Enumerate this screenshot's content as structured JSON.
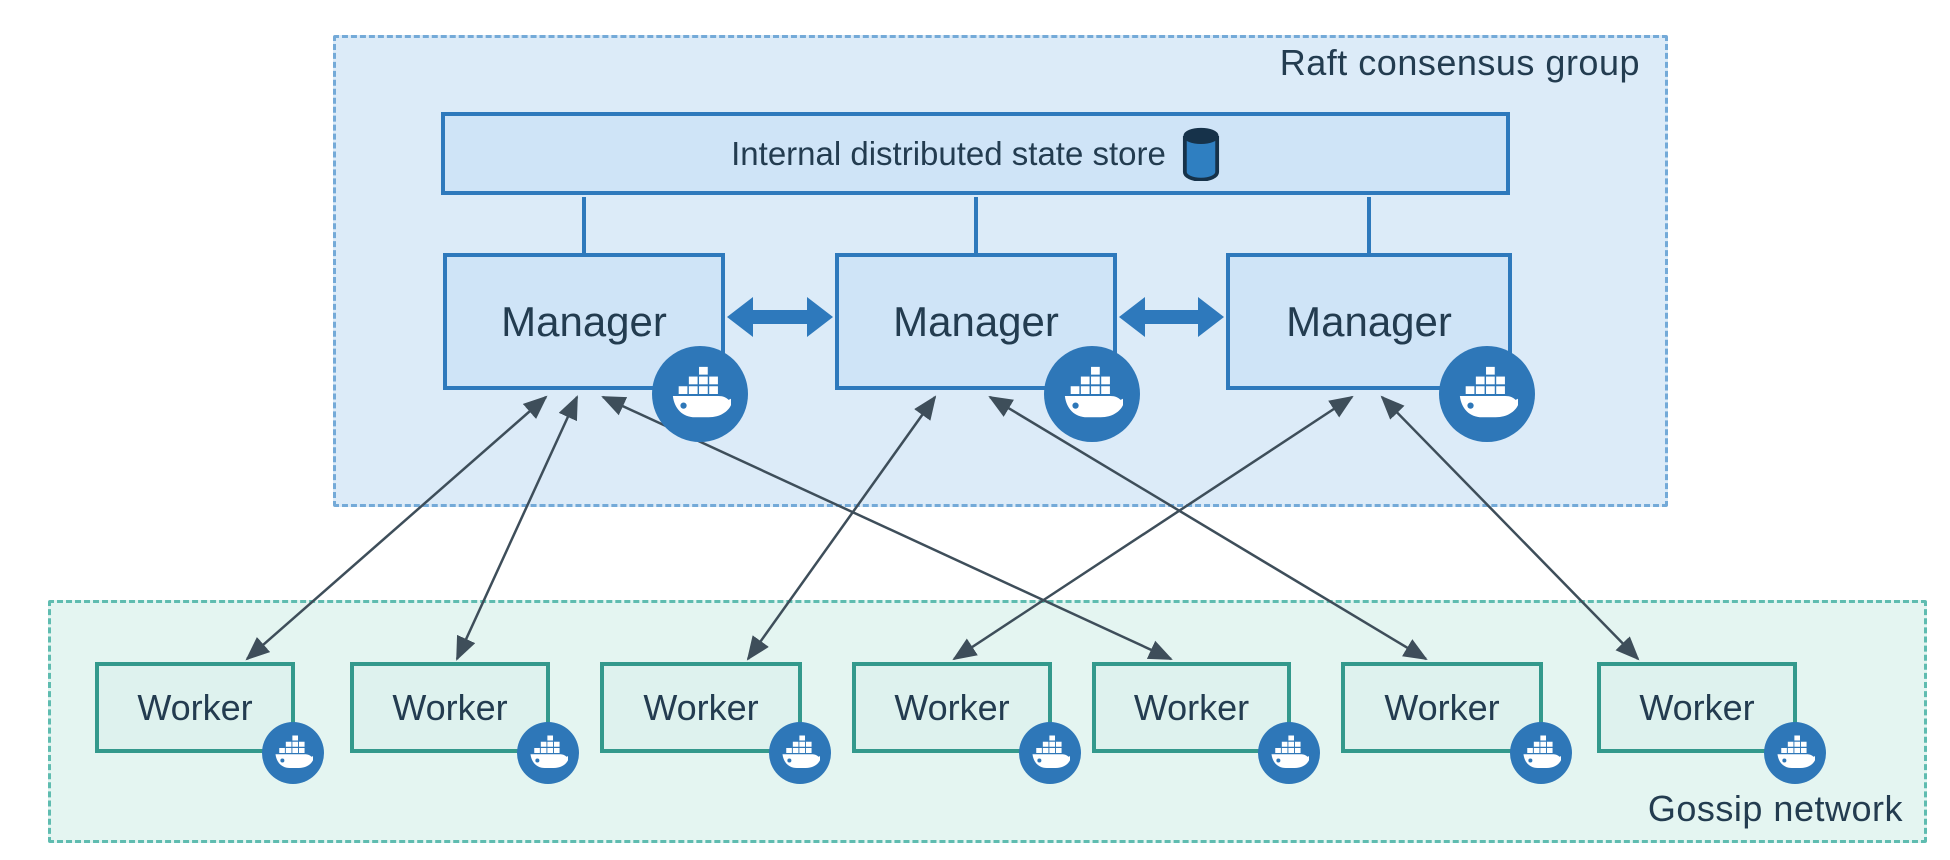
{
  "raft_group": {
    "label": "Raft consensus group",
    "state_store": {
      "label": "Internal distributed state store",
      "icon": "database-cylinder-icon"
    },
    "managers": [
      {
        "label": "Manager",
        "icon": "docker-whale-icon"
      },
      {
        "label": "Manager",
        "icon": "docker-whale-icon"
      },
      {
        "label": "Manager",
        "icon": "docker-whale-icon"
      }
    ],
    "manager_peer_links": [
      {
        "from": "manager-1",
        "to": "manager-2",
        "style": "thick-double-arrow"
      },
      {
        "from": "manager-2",
        "to": "manager-3",
        "style": "thick-double-arrow"
      }
    ],
    "store_links": [
      "manager-1",
      "manager-2",
      "manager-3"
    ]
  },
  "gossip_network": {
    "label": "Gossip network",
    "workers": [
      {
        "label": "Worker",
        "icon": "docker-whale-icon"
      },
      {
        "label": "Worker",
        "icon": "docker-whale-icon"
      },
      {
        "label": "Worker",
        "icon": "docker-whale-icon"
      },
      {
        "label": "Worker",
        "icon": "docker-whale-icon"
      },
      {
        "label": "Worker",
        "icon": "docker-whale-icon"
      },
      {
        "label": "Worker",
        "icon": "docker-whale-icon"
      },
      {
        "label": "Worker",
        "icon": "docker-whale-icon"
      }
    ]
  },
  "manager_worker_links": [
    {
      "manager": 1,
      "worker": 1,
      "bidirectional": true
    },
    {
      "manager": 1,
      "worker": 2,
      "bidirectional": true
    },
    {
      "manager": 1,
      "worker": 5,
      "bidirectional": true
    },
    {
      "manager": 2,
      "worker": 3,
      "bidirectional": true
    },
    {
      "manager": 2,
      "worker": 6,
      "bidirectional": true
    },
    {
      "manager": 3,
      "worker": 4,
      "bidirectional": true
    },
    {
      "manager": 3,
      "worker": 7,
      "bidirectional": true
    }
  ],
  "colors": {
    "raft_fill": "#dcebf8",
    "raft_border": "#74aad8",
    "node_fill": "#cfe4f7",
    "node_border": "#2e79bc",
    "gossip_fill": "#e4f5f1",
    "gossip_border": "#5fbcb0",
    "worker_fill": "#def2ee",
    "worker_border": "#33998c",
    "docker_badge": "#2e77b8",
    "link_arrow": "#3e4e5a",
    "text": "#233c50"
  }
}
